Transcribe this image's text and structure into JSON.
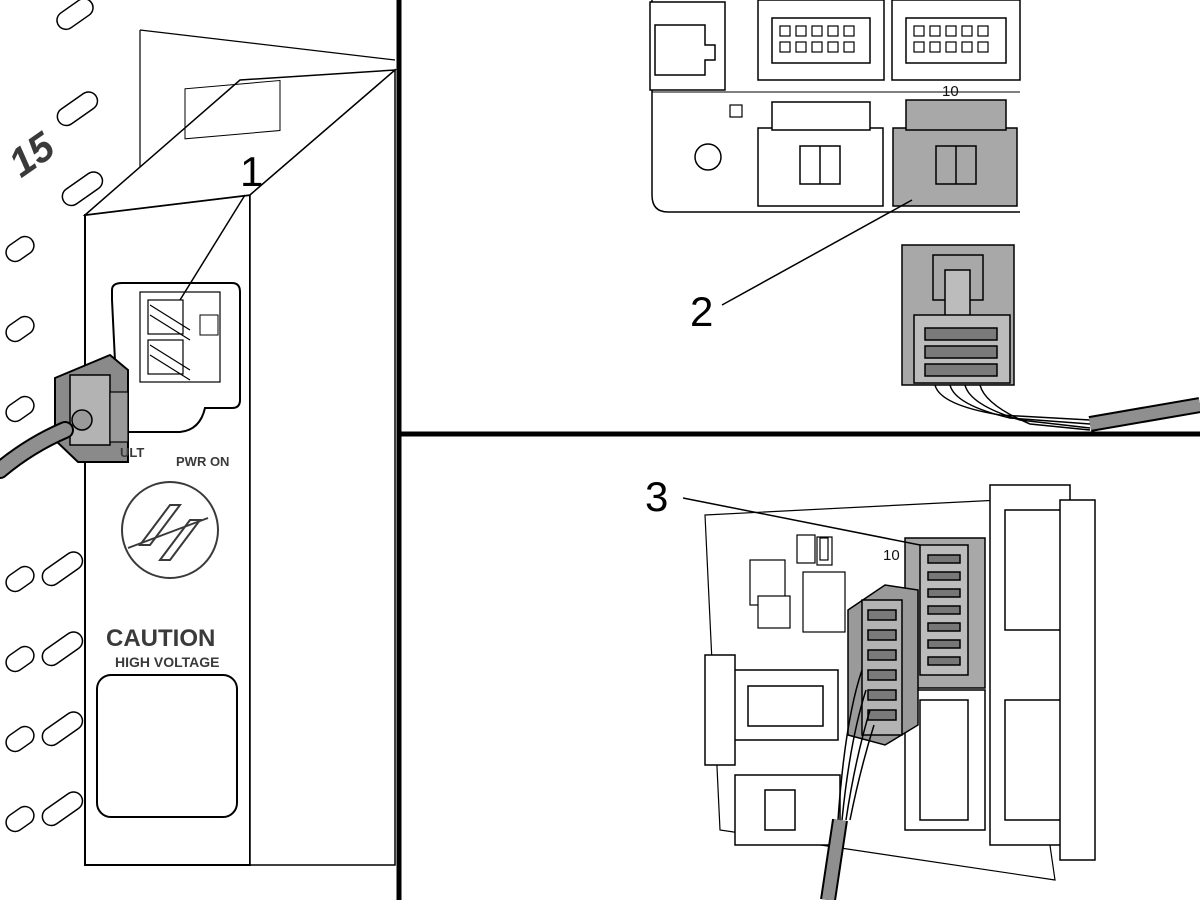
{
  "callouts": {
    "c1": "1",
    "c2": "2",
    "c3": "3"
  },
  "panel_labels": {
    "fault": "ULT",
    "pwr_on": "PWR ON",
    "caution": "CAUTION",
    "high_voltage": "HIGH VOLTAGE",
    "model": "15"
  },
  "pin_labels": {
    "top_right_pin": "10",
    "bottom_pin": "10"
  },
  "colors": {
    "connector_gray": "#a8a8a8",
    "connector_dark": "#7a7a7a",
    "cable_gray": "#8f8f8f",
    "line": "#000000",
    "background": "#ffffff"
  },
  "icons": {
    "logo": "haas-logo-icon"
  }
}
